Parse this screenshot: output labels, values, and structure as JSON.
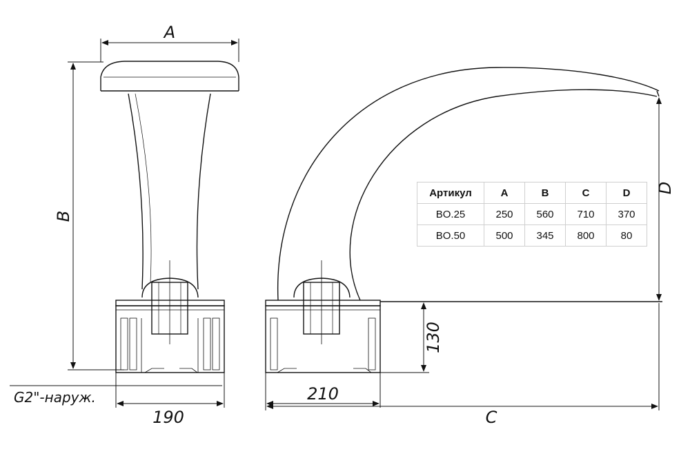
{
  "labels": {
    "a": "A",
    "b": "B",
    "c": "C",
    "d": "D",
    "width_190": "190",
    "width_210": "210",
    "height_130": "130",
    "thread": "G2\"-наруж."
  },
  "table": {
    "headers": [
      "Артикул",
      "A",
      "B",
      "C",
      "D"
    ],
    "rows": [
      [
        "BO.25",
        "250",
        "560",
        "710",
        "370"
      ],
      [
        "BO.50",
        "500",
        "345",
        "800",
        "80"
      ]
    ]
  }
}
